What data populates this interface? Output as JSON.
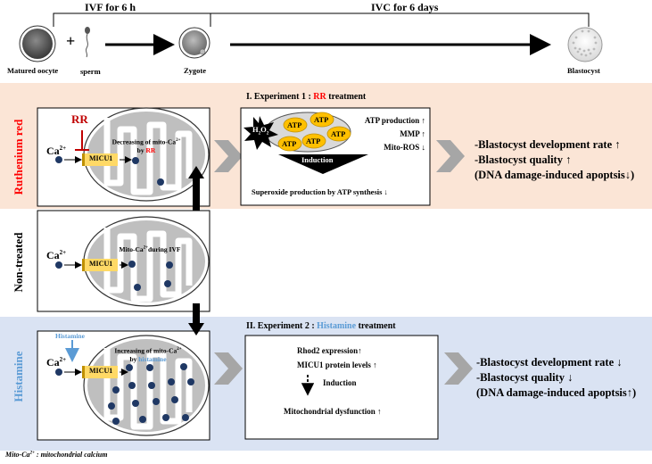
{
  "timeline": {
    "ivf_label": "IVF for 6 h",
    "ivc_label": "IVC for 6 days",
    "oocyte_label": "Matured oocyte",
    "plus": "+",
    "sperm_label": "sperm",
    "zygote_label": "Zygote",
    "blastocyst_label": "Blastocyst"
  },
  "rows": {
    "ruthenium": {
      "side_label": "Ruthenium red",
      "color_bg": "#fbe5d6",
      "color_text": "#ff0000"
    },
    "nontreated": {
      "side_label": "Non-treated"
    },
    "histamine": {
      "side_label": "Histamine",
      "color_bg": "#dae3f3",
      "color_text": "#5b9bd5"
    }
  },
  "exp1": {
    "title_prefix": "I. Experiment  1 : ",
    "title_highlight": "RR",
    "title_suffix": " treatment",
    "rr_label": "RR",
    "ca_label": "Ca",
    "ca_sup": "2+",
    "micu1": "MICU1",
    "mito_text_1": "Decreasing of mito-Ca",
    "mito_sup": "2+",
    "mito_text_2": "by ",
    "mito_text_highlight": "RR",
    "h2o2": "H",
    "h2o2_sub1": "2",
    "h2o2_o": "O",
    "h2o2_sub2": "2",
    "atp": "ATP",
    "effects": [
      "ATP production ↑",
      "MMP ↑",
      "Mito-ROS ↓"
    ],
    "induction": "Induction",
    "superoxide": "Superoxide production by ATP synthesis ↓",
    "outcomes": [
      "-Blastocyst development rate ↑",
      "-Blastocyst quality  ↑",
      "(DNA damage-induced  apoptsis↓)"
    ]
  },
  "nontreated": {
    "ca_label": "Ca",
    "ca_sup": "2+",
    "micu1": "MICU1",
    "mito_text_1": "Mito-Ca",
    "mito_sup": "2+",
    "mito_text_2": "during  IVF"
  },
  "exp2": {
    "title_prefix": "II. Experiment  2 : ",
    "title_highlight": "Histamine",
    "title_suffix": " treatment",
    "histamine_label": "Histamine",
    "ca_label": "Ca",
    "ca_sup": "2+",
    "micu1": "MICU1",
    "mito_text_1": "Increasing of mito-Ca",
    "mito_sup": "2+",
    "mito_text_2": "by ",
    "mito_text_highlight": "histamine",
    "effects": [
      "Rhod2  expression↑",
      "MICU1 protein levels ↑"
    ],
    "induction": "Induction",
    "dysfunction": "Mitochondrial dysfunction ↑",
    "outcomes": [
      "-Blastocyst development rate ↓",
      "-Blastocyst quality  ↓",
      "(DNA damage-induced  apoptsis↑)"
    ]
  },
  "footnote": {
    "text_1": "Mito-Ca",
    "sup": "2+",
    "text_2": " : mitochondrial calcium"
  }
}
